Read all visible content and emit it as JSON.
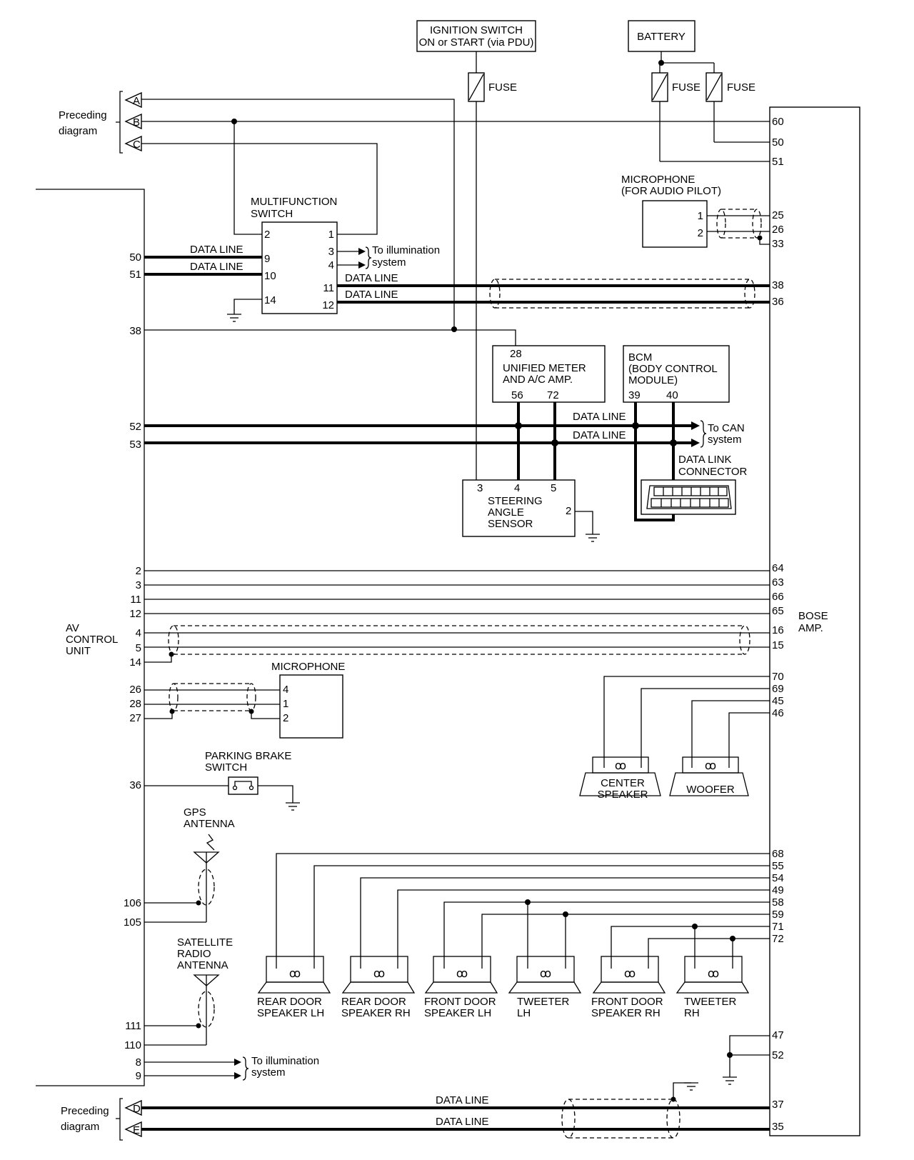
{
  "preceding": {
    "label_top_1": "Preceding",
    "label_top_2": "diagram",
    "conn_a": "A",
    "conn_b": "B",
    "conn_c": "C",
    "label_bottom_1": "Preceding",
    "label_bottom_2": "diagram",
    "conn_d": "D",
    "conn_e": "E"
  },
  "ignition": {
    "line1": "IGNITION SWITCH",
    "line2": "ON or START (via PDU)",
    "fuse": "FUSE"
  },
  "battery": {
    "label": "BATTERY",
    "fuse1": "FUSE",
    "fuse2": "FUSE"
  },
  "bose": {
    "line1": "BOSE",
    "line2": "AMP.",
    "pins": [
      "60",
      "50",
      "51",
      "25",
      "26",
      "33",
      "38",
      "36",
      "64",
      "63",
      "66",
      "65",
      "16",
      "15",
      "70",
      "69",
      "45",
      "46",
      "68",
      "55",
      "54",
      "49",
      "58",
      "59",
      "71",
      "72",
      "47",
      "52",
      "37",
      "35"
    ]
  },
  "av": {
    "line1": "AV",
    "line2": "CONTROL",
    "line3": "UNIT",
    "pins": [
      "50",
      "51",
      "38",
      "52",
      "53",
      "2",
      "3",
      "11",
      "12",
      "4",
      "5",
      "14",
      "26",
      "28",
      "27",
      "36",
      "106",
      "105",
      "111",
      "110",
      "8",
      "9"
    ]
  },
  "mfswitch": {
    "line1": "MULTIFUNCTION",
    "line2": "SWITCH",
    "pins": [
      "2",
      "1",
      "9",
      "10",
      "14",
      "3",
      "4",
      "11",
      "12"
    ],
    "illum_1": "To illumination",
    "illum_2": "system"
  },
  "data_line": "DATA LINE",
  "mic_audio": {
    "line1": "MICROPHONE",
    "line2": "(FOR AUDIO PILOT)",
    "pins": [
      "1",
      "2"
    ]
  },
  "meter": {
    "line1": "UNIFIED METER",
    "line2": "AND A/C AMP.",
    "pins": [
      "28",
      "56",
      "72"
    ]
  },
  "bcm": {
    "line1": "BCM",
    "line2": "(BODY CONTROL",
    "line3": "MODULE)",
    "pins": [
      "39",
      "40"
    ]
  },
  "can": {
    "line1": "To CAN",
    "line2": "system"
  },
  "dlc": {
    "line1": "DATA LINK",
    "line2": "CONNECTOR"
  },
  "steering": {
    "line1": "STEERING",
    "line2": "ANGLE",
    "line3": "SENSOR",
    "pins": [
      "3",
      "4",
      "5",
      "2"
    ]
  },
  "microphone": {
    "label": "MICROPHONE",
    "pins": [
      "4",
      "1",
      "2"
    ]
  },
  "parking": {
    "line1": "PARKING BRAKE",
    "line2": "SWITCH"
  },
  "gps": {
    "line1": "GPS",
    "line2": "ANTENNA"
  },
  "sat": {
    "line1": "SATELLITE",
    "line2": "RADIO",
    "line3": "ANTENNA"
  },
  "illum_bottom": {
    "line1": "To illumination",
    "line2": "system"
  },
  "speakers": {
    "center_1": "CENTER",
    "center_2": "SPEAKER",
    "woofer": "WOOFER",
    "rdl_1": "REAR DOOR",
    "rdl_2": "SPEAKER LH",
    "rdr_1": "REAR DOOR",
    "rdr_2": "SPEAKER RH",
    "fdl_1": "FRONT DOOR",
    "fdl_2": "SPEAKER LH",
    "twl_1": "TWEETER",
    "twl_2": "LH",
    "fdr_1": "FRONT DOOR",
    "fdr_2": "SPEAKER RH",
    "twr_1": "TWEETER",
    "twr_2": "RH"
  }
}
